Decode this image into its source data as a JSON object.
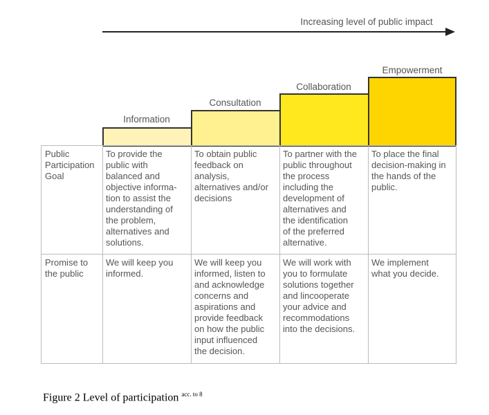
{
  "arrow_label": "Increasing level of public impact",
  "levels": [
    {
      "name": "Information",
      "color": "#fff3b8"
    },
    {
      "name": "Consultation",
      "color": "#fff090"
    },
    {
      "name": "Collaboration",
      "color": "#ffe81e"
    },
    {
      "name": "Empowerment",
      "color": "#ffd500"
    }
  ],
  "rows": [
    {
      "label": "Public\nParticipation\nGoal",
      "cells": [
        "To provide the\npublic with\nbalanced and\nobjective informa-\ntion to assist the\nunderstanding of\nthe problem,\nalternatives and\nsolutions.",
        "To obtain public\nfeedback on\nanalysis,\nalternatives and/or\ndecisions",
        "To partner with the\npublic throughout\nthe process\nincluding the\ndevelopment of\nalternatives  and\nthe identification\nof the preferred\nalternative.",
        "To place the final\ndecision-making in\nthe hands of the\npublic."
      ]
    },
    {
      "label": "Promise to\nthe public",
      "cells": [
        "We will keep you\ninformed.",
        "We will keep you\ninformed, listen to\nand acknowledge\nconcerns and\naspirations and\nprovide feedback\non how the public\ninput influenced\nthe decision.",
        "We will work with\nyou to formulate\nsolutions together\nand lincooperate\nyour advice and\nrecommodations\ninto the decisions.",
        "We implement\nwhat you decide."
      ]
    }
  ],
  "caption": {
    "text": "Figure 2 Level of participation ",
    "sup": "acc. to 8"
  }
}
